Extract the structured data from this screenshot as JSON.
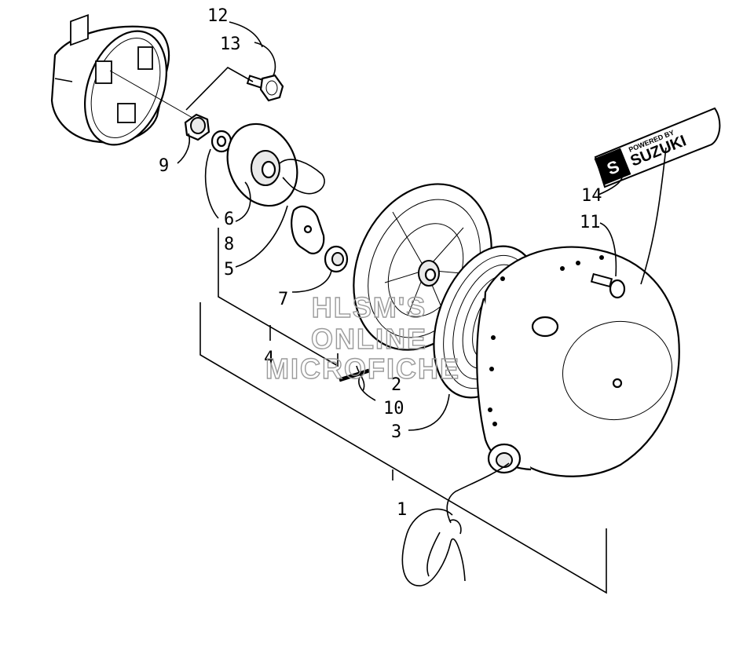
{
  "callouts": {
    "p1": "1",
    "p2": "2",
    "p3": "3",
    "p4": "4",
    "p5": "5",
    "p6": "6",
    "p7": "7",
    "p8": "8",
    "p9": "9",
    "p10": "10",
    "p11": "11",
    "p12": "12",
    "p13": "13",
    "p14": "14"
  },
  "watermark": {
    "line1": "HLSM'S",
    "line2": "ONLINE",
    "line3": "MICROFICHE"
  },
  "decal": {
    "top": "POWERED BY",
    "brand": "SUZUKI",
    "logo": "S"
  }
}
